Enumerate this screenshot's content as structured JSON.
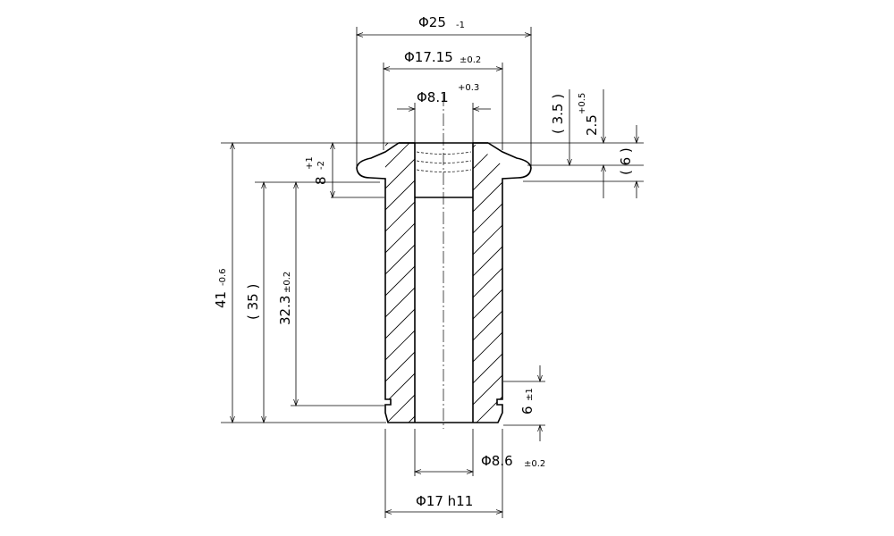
{
  "diameters": {
    "d25": {
      "main": "Φ25",
      "tol": "-1"
    },
    "d1715": {
      "main": "Φ17.15",
      "tol": "±0.2"
    },
    "d81": {
      "main": "Φ8.1",
      "tol": "+0.3"
    },
    "d86": {
      "main": "Φ8.6",
      "tol": "±0.2"
    },
    "d17": {
      "main": "Φ17 h11"
    }
  },
  "lengths": {
    "l41": {
      "main": "41",
      "tol": "-0.6"
    },
    "l35": {
      "main": "( 35 )"
    },
    "l323": {
      "main": "32.3",
      "tol": "±0.2"
    },
    "l8": {
      "main": "8",
      "tol_upper": "+1",
      "tol_lower": "-2"
    },
    "l35b": {
      "main": "( 3.5 )"
    },
    "l25": {
      "main": "2.5",
      "tol": "+0.5"
    },
    "l6p": {
      "main": "( 6 )"
    },
    "l6": {
      "main": "6",
      "tol": "±1"
    }
  }
}
